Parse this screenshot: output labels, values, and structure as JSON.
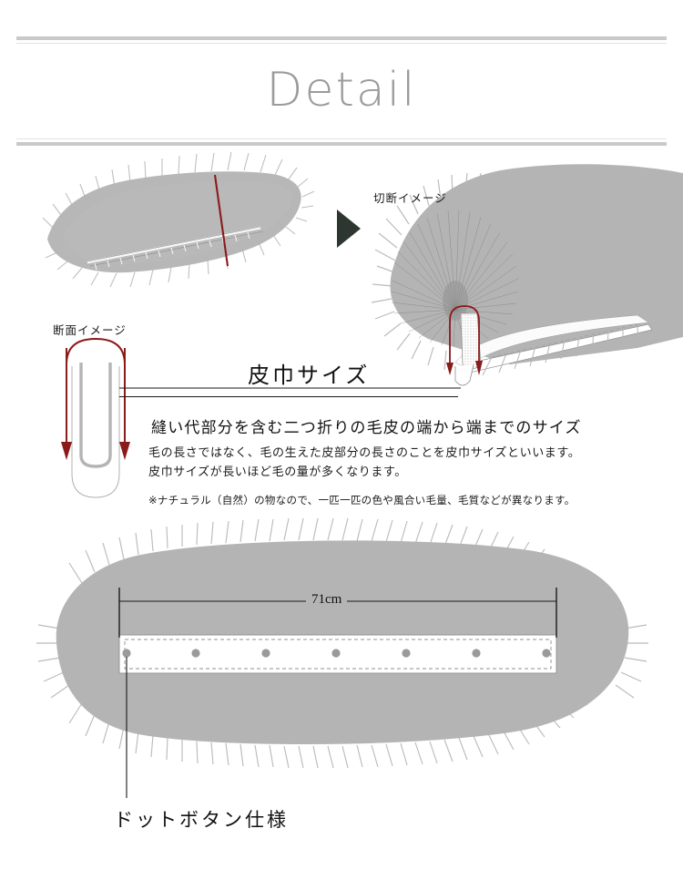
{
  "header": {
    "title": "Detail"
  },
  "diagrams": {
    "cut_image_label": "切断イメージ",
    "section_image_label": "断面イメージ"
  },
  "size_section": {
    "heading": "皮巾サイズ",
    "lead": "縫い代部分を含む二つ折りの毛皮の端から端までのサイズ",
    "body_line1": "毛の長さではなく、毛の生えた皮部分の長さのことを皮巾サイズといいます。",
    "body_line2": "皮巾サイズが長いほど毛の量が多くなります。",
    "note": "※ナチュラル（自然）の物なので、一匹一匹の色や風合い毛量、毛質などが異なります。"
  },
  "measurement": {
    "width_label": "71cm"
  },
  "bottom": {
    "caption": "ドットボタン仕様",
    "button_count": 7
  },
  "colors": {
    "fur_gray": "#b4b4b4",
    "accent_red": "#8b1a1a",
    "rule_gray": "#c9c9c9",
    "title_gray": "#9b9b9b",
    "text_dark": "#1b1b1b",
    "dot_gray": "#9a9a9a"
  }
}
